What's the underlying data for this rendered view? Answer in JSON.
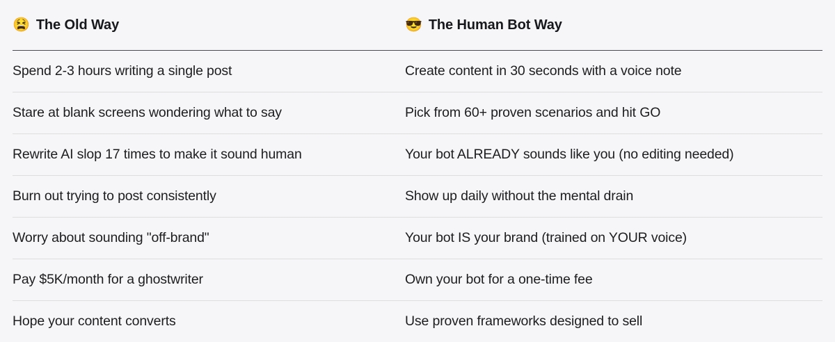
{
  "table": {
    "columns": [
      {
        "emoji": "😫",
        "emoji_name": "tired-face-emoji",
        "title": "The Old Way"
      },
      {
        "emoji": "😎",
        "emoji_name": "sunglasses-face-emoji",
        "title": "The Human Bot Way"
      }
    ],
    "rows": [
      {
        "old_way": "Spend 2-3 hours writing a single post",
        "human_bot_way": "Create content in 30 seconds with a voice note"
      },
      {
        "old_way": "Stare at blank screens wondering what to say",
        "human_bot_way": "Pick from 60+ proven scenarios and hit GO"
      },
      {
        "old_way": "Rewrite AI slop 17 times to make it sound human",
        "human_bot_way": "Your bot ALREADY sounds like you (no editing needed)"
      },
      {
        "old_way": "Burn out trying to post consistently",
        "human_bot_way": "Show up daily without the mental drain"
      },
      {
        "old_way": "Worry about sounding \"off-brand\"",
        "human_bot_way": "Your bot IS your brand (trained on YOUR voice)"
      },
      {
        "old_way": "Pay $5K/month for a ghostwriter",
        "human_bot_way": "Own your bot for a one-time fee"
      },
      {
        "old_way": "Hope your content converts",
        "human_bot_way": "Use proven frameworks designed to sell"
      }
    ]
  },
  "colors": {
    "background": "#f6f6f8",
    "text": "#1d1d20",
    "heading": "#17181c",
    "header_rule": "#4a4a52",
    "row_rule": "#dededf"
  }
}
